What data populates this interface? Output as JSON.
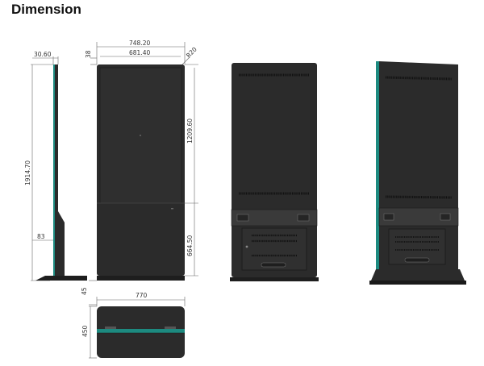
{
  "title": "Dimension",
  "colors": {
    "panel": "#2b2b2b",
    "panel_dark": "#1e1e1e",
    "accent_teal": "#1d8a80",
    "line": "#666666",
    "text": "#333333"
  },
  "dimensions": {
    "side_top_depth": "30.60",
    "side_height": "1914.70",
    "side_base_height": "83",
    "front_width": "748.20",
    "front_screen_width": "681.40",
    "front_top_margin": "38",
    "front_corner_radius": "R20",
    "front_screen_height": "1209.60",
    "front_lower_height": "664.50",
    "front_base_height": "45",
    "base_width": "770",
    "base_depth": "450"
  },
  "views": {
    "side": "side-view",
    "front": "front-view",
    "back": "back-view",
    "perspective": "perspective-view",
    "bottom": "bottom-view"
  }
}
